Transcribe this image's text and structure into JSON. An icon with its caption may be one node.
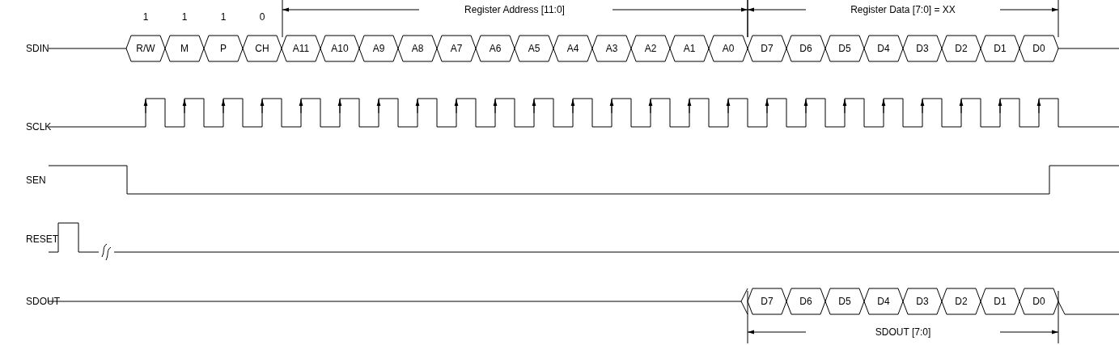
{
  "diagram": {
    "labels": [
      "1",
      "1",
      "1",
      "0",
      "Register Address [11:0]",
      "Register Data [7:0] = XX",
      "SDIN",
      "R/W",
      "M",
      "P",
      "CH",
      "A11",
      "A10",
      "A9",
      "A8",
      "A7",
      "A6",
      "A5",
      "A4",
      "A3",
      "A2",
      "A1",
      "A0",
      "D7",
      "D6",
      "D5",
      "D4",
      "D3",
      "D2",
      "D1",
      "D0",
      "SCLK",
      "SEN",
      "RESET",
      "SDOUT",
      "D7",
      "D6",
      "D5",
      "D4",
      "D3",
      "D2",
      "D1",
      "D0",
      "SDOUT [7:0]"
    ]
  }
}
